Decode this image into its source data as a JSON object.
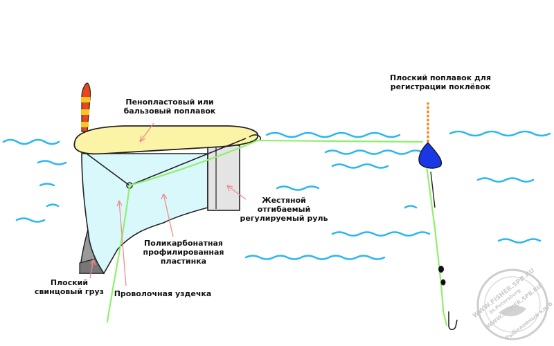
{
  "labels": {
    "foam_float": "Пенопластовый или\nбальзовый поплавок",
    "flat_float": "Плоский поплавок для\nрегистрации поклёвок",
    "tin_rudder": "Жестяной\nотгибаемый\nрегулируемый руль",
    "polycarbonate_plate": "Поликарбонатная\nпрофилированная\nпластинка",
    "lead_weight": "Плоский\nсвинцовый груз",
    "wire_bridle": "Проволочная уздечка"
  },
  "watermark": {
    "site_top": "WWW.FISHER.SPB.RU",
    "city": "St.Petersburg",
    "site_mid": "WWW.FISHER.SPB.RU",
    "club": "Рыболовный клуб"
  },
  "colors": {
    "water": "#29b6f2",
    "float_body": "#fbf3a6",
    "plate": "#d9f8fb",
    "rudder": "#e4e4e4",
    "line": "#8ff06a",
    "bobber": "#1a37e6",
    "bobber_antenna": "#e8471e",
    "arrow": "#f08a8a"
  }
}
